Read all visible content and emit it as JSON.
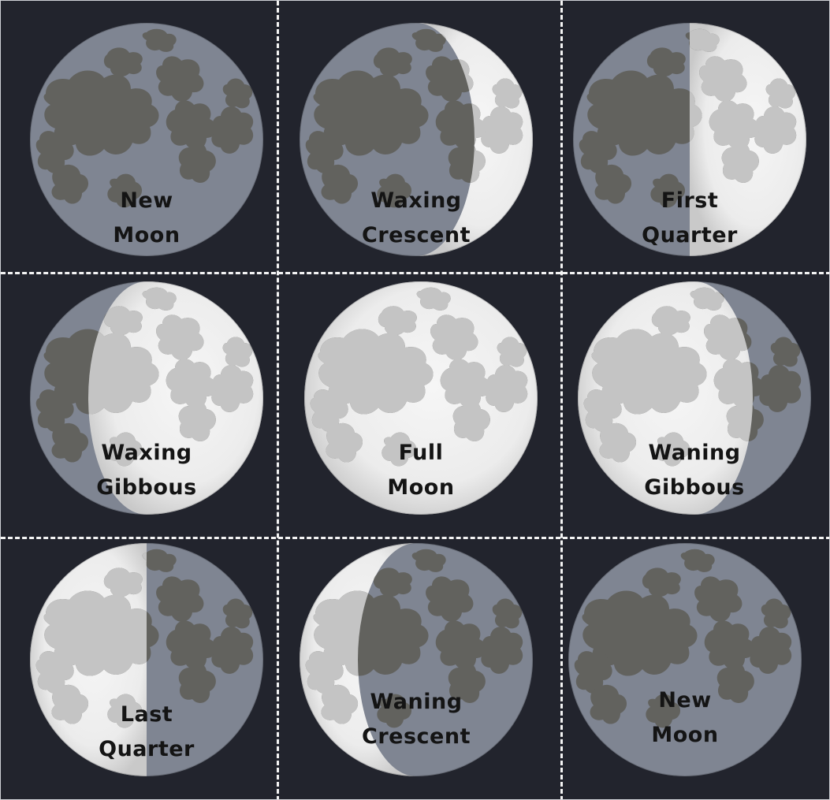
{
  "colors": {
    "background": "#22242d",
    "divider": "#f4f4f4",
    "shadow_disc": "#7f8592",
    "shadow_maria": "#62625e",
    "lit_disc": "#f6f6f6",
    "lit_disc_edge": "#c9c9c9",
    "lit_maria": "#c4c4c4",
    "label_text": "#141414"
  },
  "phases": [
    {
      "label_line1": "New",
      "label_line2": "Moon",
      "illumination": 0,
      "lit_side": "none"
    },
    {
      "label_line1": "Waxing",
      "label_line2": "Crescent",
      "illumination": 0.25,
      "lit_side": "right"
    },
    {
      "label_line1": "First",
      "label_line2": "Quarter",
      "illumination": 0.5,
      "lit_side": "right"
    },
    {
      "label_line1": "Waxing",
      "label_line2": "Gibbous",
      "illumination": 0.75,
      "lit_side": "right"
    },
    {
      "label_line1": "Full",
      "label_line2": "Moon",
      "illumination": 1,
      "lit_side": "all"
    },
    {
      "label_line1": "Waning",
      "label_line2": "Gibbous",
      "illumination": 0.75,
      "lit_side": "left"
    },
    {
      "label_line1": "Last",
      "label_line2": "Quarter",
      "illumination": 0.5,
      "lit_side": "left"
    },
    {
      "label_line1": "Waning",
      "label_line2": "Crescent",
      "illumination": 0.25,
      "lit_side": "left"
    },
    {
      "label_line1": "New",
      "label_line2": "Moon",
      "illumination": 0,
      "lit_side": "none"
    }
  ]
}
